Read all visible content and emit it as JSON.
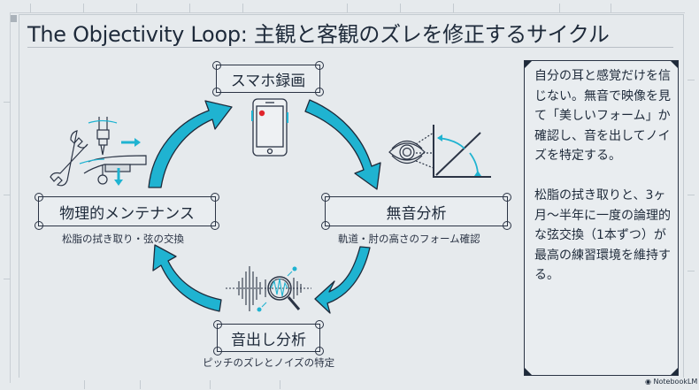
{
  "title": "The Objectivity Loop:  主観と客観のズレを修正するサイクル",
  "cycle": {
    "accent_color": "#1fb3d1",
    "steps": [
      {
        "label": "スマホ録画",
        "caption": "",
        "icon": "smartphone-recording-icon"
      },
      {
        "label": "無音分析",
        "caption": "軌道・肘の高さのフォーム確認",
        "icon": "eye-angle-icon"
      },
      {
        "label": "音出し分析",
        "caption": "ピッチのズレとノイズの特定",
        "icon": "waveform-magnifier-icon"
      },
      {
        "label": "物理的メンテナンス",
        "caption": "松脂の拭き取り・弦の交換",
        "icon": "wrench-maintenance-icon"
      }
    ]
  },
  "note": {
    "paragraph_1": "自分の耳と感覚だけを信じない。無音で映像を見て「美しいフォーム」か確認し、音を出してノイズを特定する。",
    "paragraph_2": "松脂の拭き取りと、3ヶ月〜半年に一度の論理的な弦交換（1本ずつ）が最高の練習環境を維持する。"
  },
  "branding": "NotebookLM"
}
